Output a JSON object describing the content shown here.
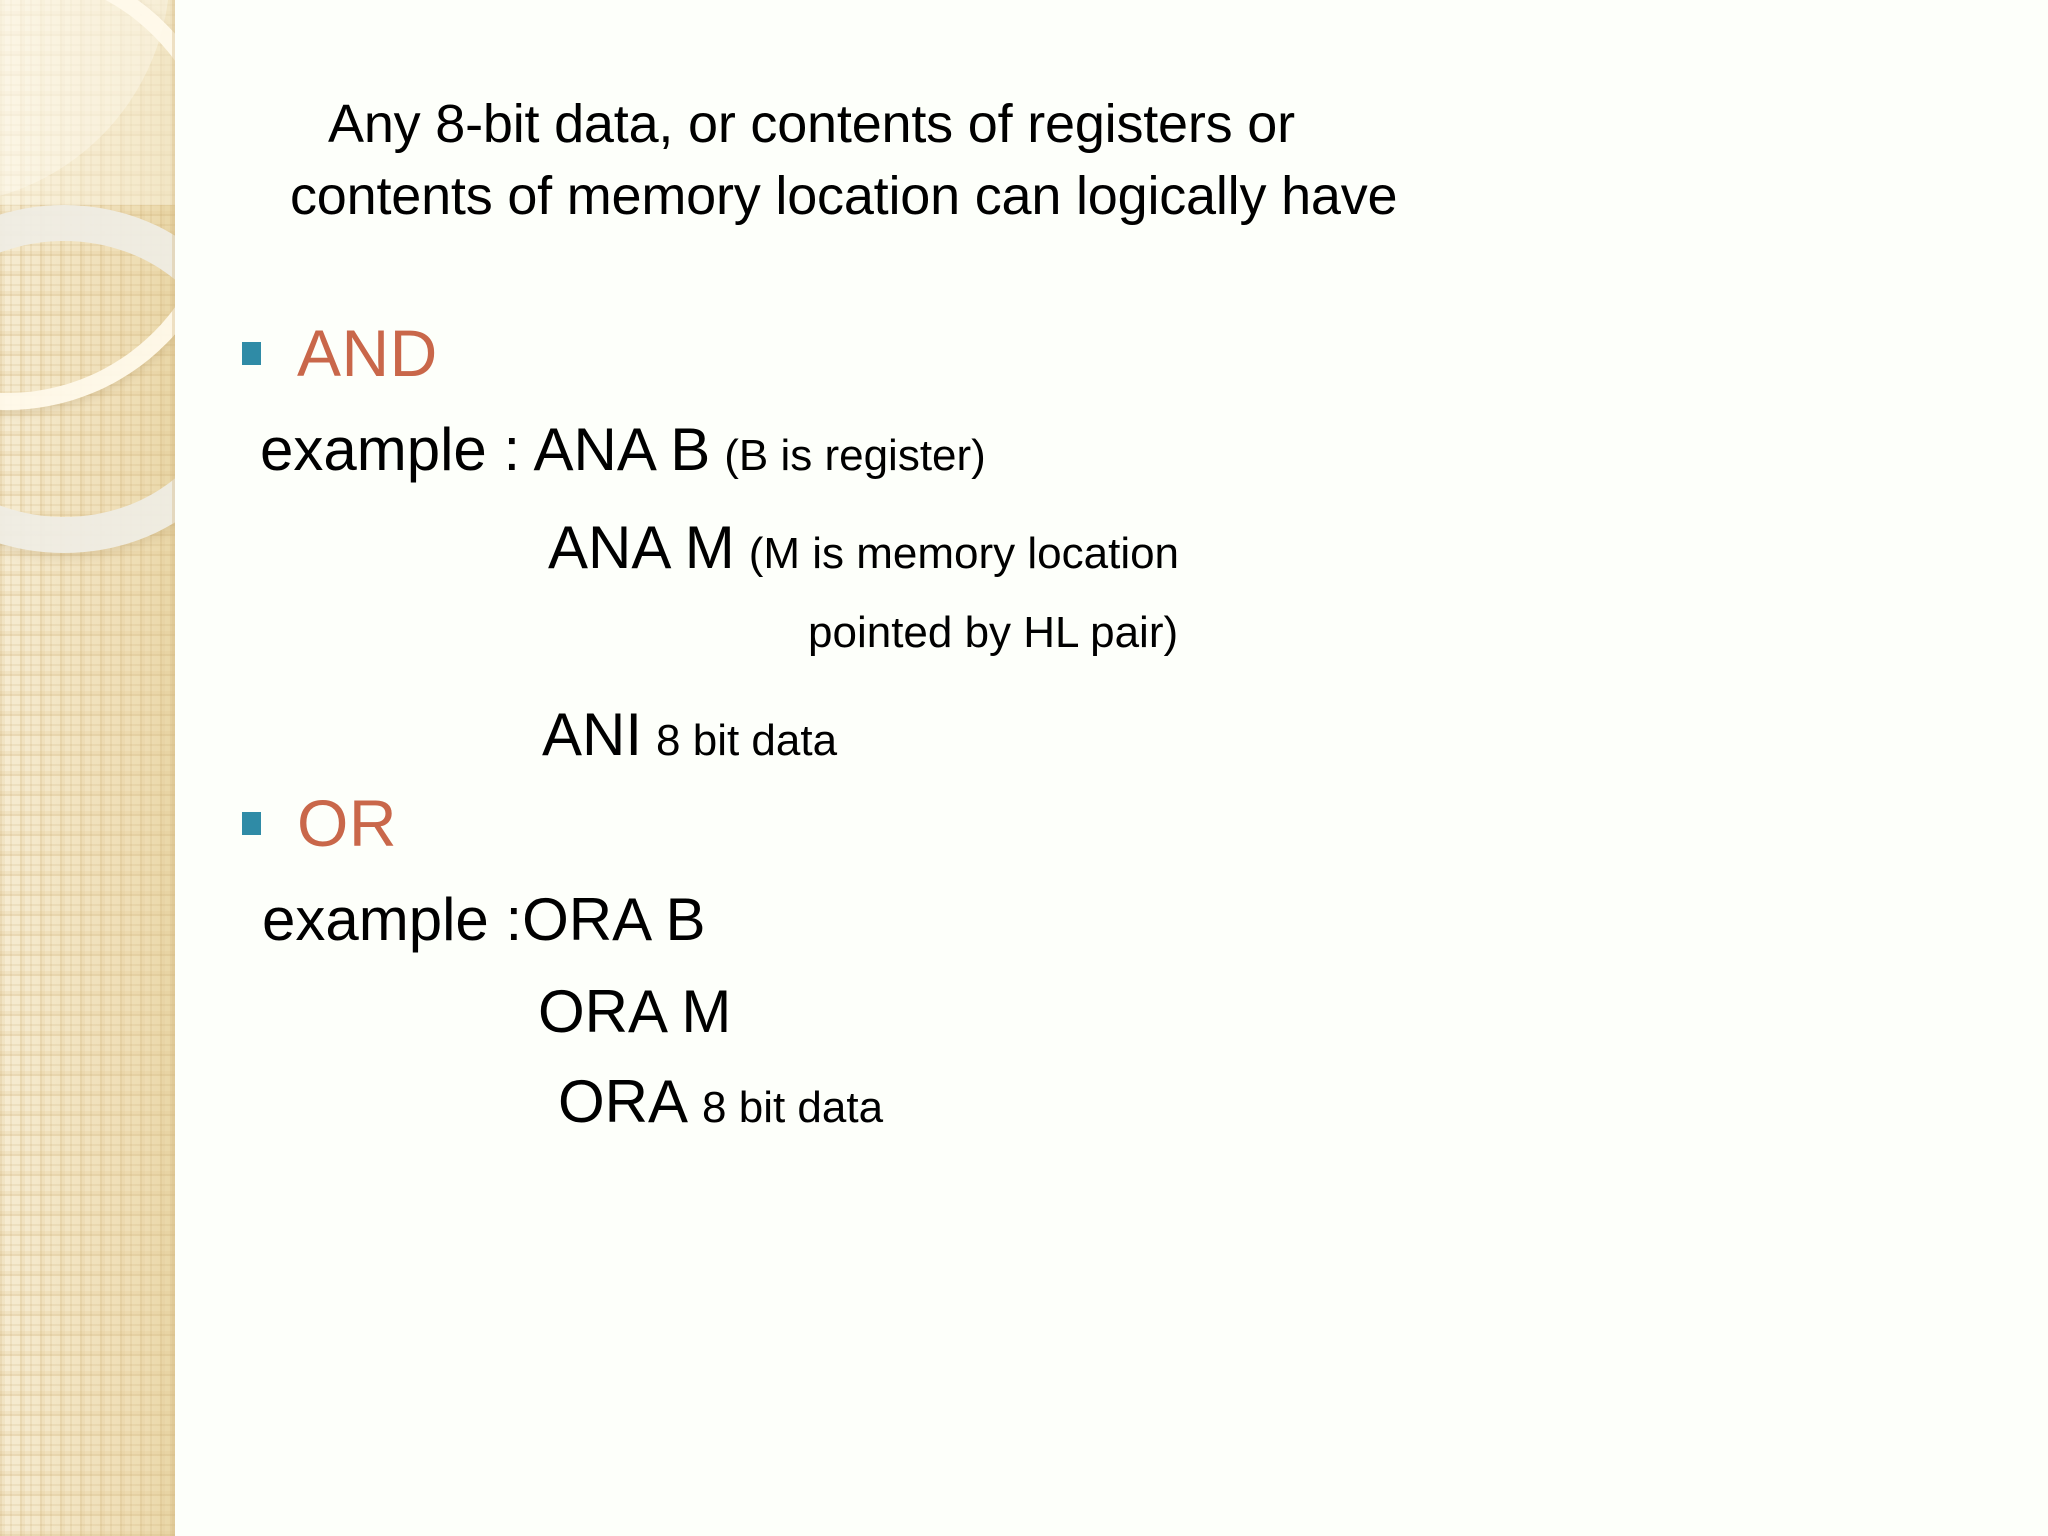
{
  "slide": {
    "background_color": "#fdfffa",
    "accent_color": "#c9674a",
    "bullet_color": "#2f8ba6",
    "text_color": "#000000",
    "decor_band_color": "#f1e2bb"
  },
  "intro": {
    "text": "Any 8-bit data, or contents of registers or contents of memory location can logically have"
  },
  "sections": [
    {
      "bullet_label": "AND",
      "lines": [
        {
          "prefix": "example : ANA B",
          "suffix": "(B is register)"
        },
        {
          "prefix": "ANA M",
          "suffix": "(M is memory location"
        },
        {
          "prefix": "",
          "suffix": "pointed by HL pair)"
        },
        {
          "prefix": "ANI",
          "suffix": "8 bit data"
        }
      ]
    },
    {
      "bullet_label": "OR",
      "lines": [
        {
          "prefix": "example :ORA B",
          "suffix": ""
        },
        {
          "prefix": "ORA M",
          "suffix": ""
        },
        {
          "prefix": "ORA",
          "suffix": "8 bit data"
        }
      ]
    }
  ]
}
